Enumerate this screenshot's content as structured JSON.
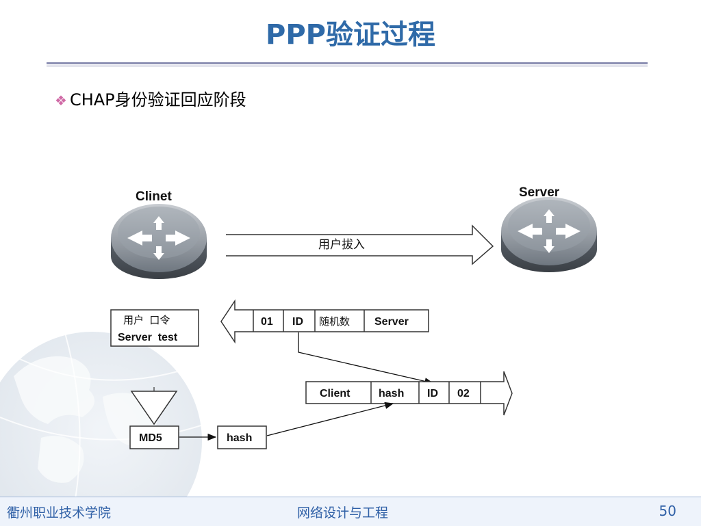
{
  "slide": {
    "title": "PPP验证过程",
    "bullet": "CHAP身份验证回应阶段"
  },
  "diagram": {
    "client_label": "Clinet",
    "server_label": "Server",
    "dial_in_label": "用户拔入",
    "credentials_row1": "用户  口令",
    "credentials_row2": "Server  test",
    "challenge_packet": [
      "01",
      "ID",
      "随机数",
      "Server"
    ],
    "response_packet": [
      "Client",
      "hash",
      "ID",
      "02"
    ],
    "md5_label": "MD5",
    "hash_label": "hash"
  },
  "footer": {
    "school": "衢州职业技术学院",
    "course": "网络设计与工程",
    "page_number": "50"
  },
  "icons": {
    "bullet": "diamond-bullet-icon",
    "device": "router-icon"
  }
}
